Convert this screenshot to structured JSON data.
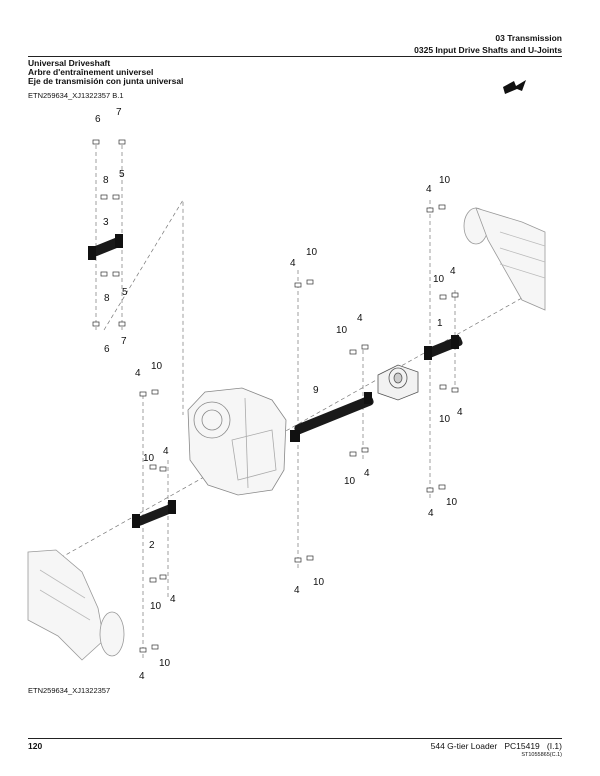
{
  "header": {
    "section": "03 Transmission",
    "group": "0325 Input Drive Shafts and U-Joints"
  },
  "title": {
    "en": "Universal Driveshaft",
    "fr": "Arbre d'entraînement universel",
    "es": "Eje de transmisión con junta universal"
  },
  "figure_id_top": "ETN259634_XJ1322357 B.1",
  "figure_id_bottom": "ETN259634_XJ1322357",
  "footer": {
    "page": "120",
    "model": "544 G-tier Loader",
    "catalog": "PC15419",
    "revision": "(I.1)",
    "code": "ST1055865(C.1)"
  },
  "callouts": {
    "c6a": "6",
    "c7a": "7",
    "c8a": "8",
    "c5a": "5",
    "c3": "3",
    "c8b": "8",
    "c5b": "5",
    "c6b": "6",
    "c7b": "7",
    "c4a": "4",
    "c10a": "10",
    "c10b": "10",
    "c4b": "4",
    "c2": "2",
    "c10c": "10",
    "c4c": "4",
    "c4d": "4",
    "c10d": "10",
    "c4e": "4",
    "c10e": "10",
    "c10f": "10",
    "c4f": "4",
    "c9": "9",
    "c10g": "10",
    "c4g": "4",
    "c4h": "4",
    "c10h": "10",
    "c4i": "4",
    "c10i": "10",
    "c10j": "10",
    "c4j": "4",
    "c1": "1",
    "c10k": "10",
    "c4k": "4",
    "c4l": "4",
    "c10l": "10"
  }
}
